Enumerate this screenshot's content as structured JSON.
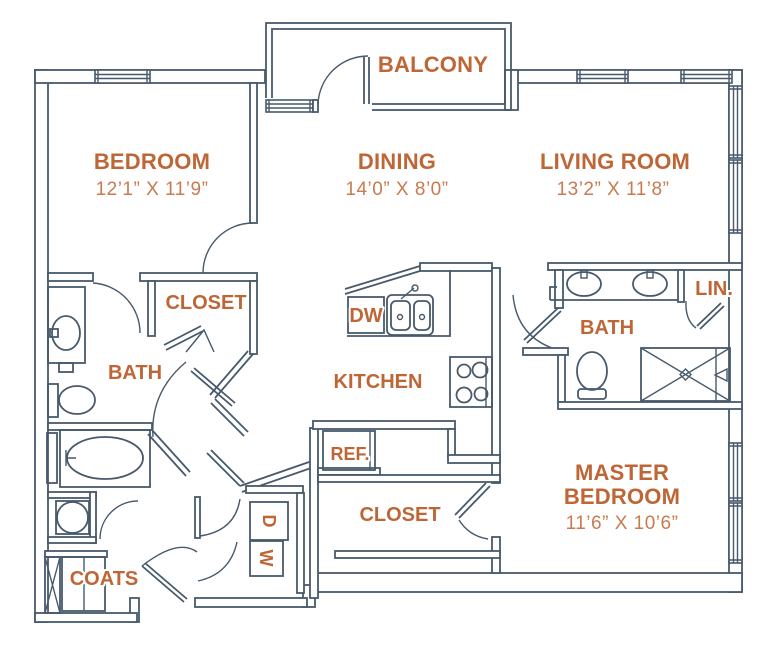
{
  "palette": {
    "wall": "#47596b",
    "room_label": "#bf6636",
    "dim_label": "#c97b50",
    "background": "#ffffff"
  },
  "rooms": {
    "balcony": {
      "label": "BALCONY"
    },
    "bedroom": {
      "label": "BEDROOM",
      "dimensions": "12’1” X 11’9”"
    },
    "dining": {
      "label": "DINING",
      "dimensions": "14’0” X 8’0”"
    },
    "living_room": {
      "label": "LIVING ROOM",
      "dimensions": "13’2” X 11’8”"
    },
    "master_bedroom": {
      "label_line1": "MASTER",
      "label_line2": "BEDROOM",
      "dimensions": "11’6” X 10’6”"
    }
  },
  "areas": {
    "bedroom_closet": "CLOSET",
    "bath": "BATH",
    "master_bath": "BATH",
    "kitchen": "KITCHEN",
    "linen": "LIN.",
    "refrigerator": "REF.",
    "master_closet": "CLOSET",
    "coats": "COATS",
    "dishwasher": "DW",
    "dryer": "D",
    "washer": "W"
  }
}
